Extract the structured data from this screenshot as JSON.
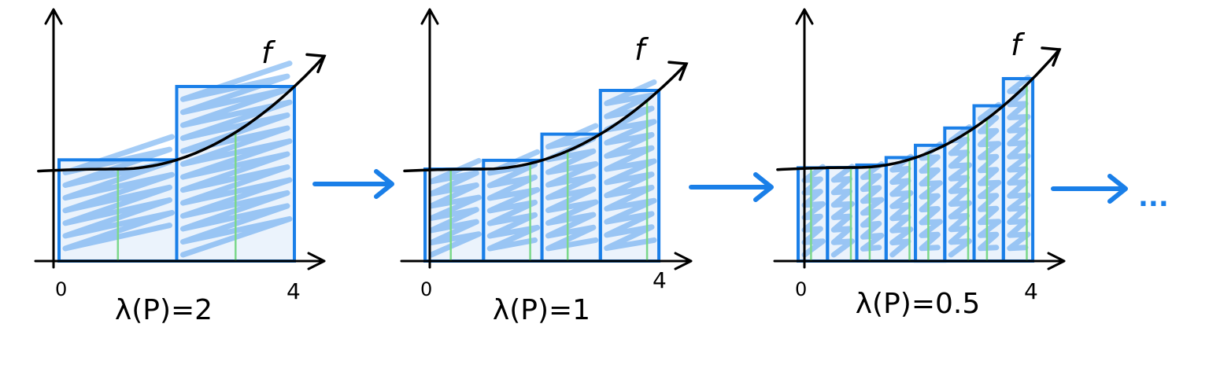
{
  "function_label": "f",
  "axis_start_label": "0",
  "axis_end_label": "4",
  "ellipsis": "...",
  "panels": [
    {
      "caption": "λ(P)=2",
      "mesh": 2
    },
    {
      "caption": "λ(P)=1",
      "mesh": 1
    },
    {
      "caption": "λ(P)=0.5",
      "mesh": 0.5
    }
  ],
  "colors": {
    "rect": "#1a7fe8",
    "hatch": "#5aa3ee",
    "tag": "#7bd88a",
    "curve": "#000000"
  }
}
